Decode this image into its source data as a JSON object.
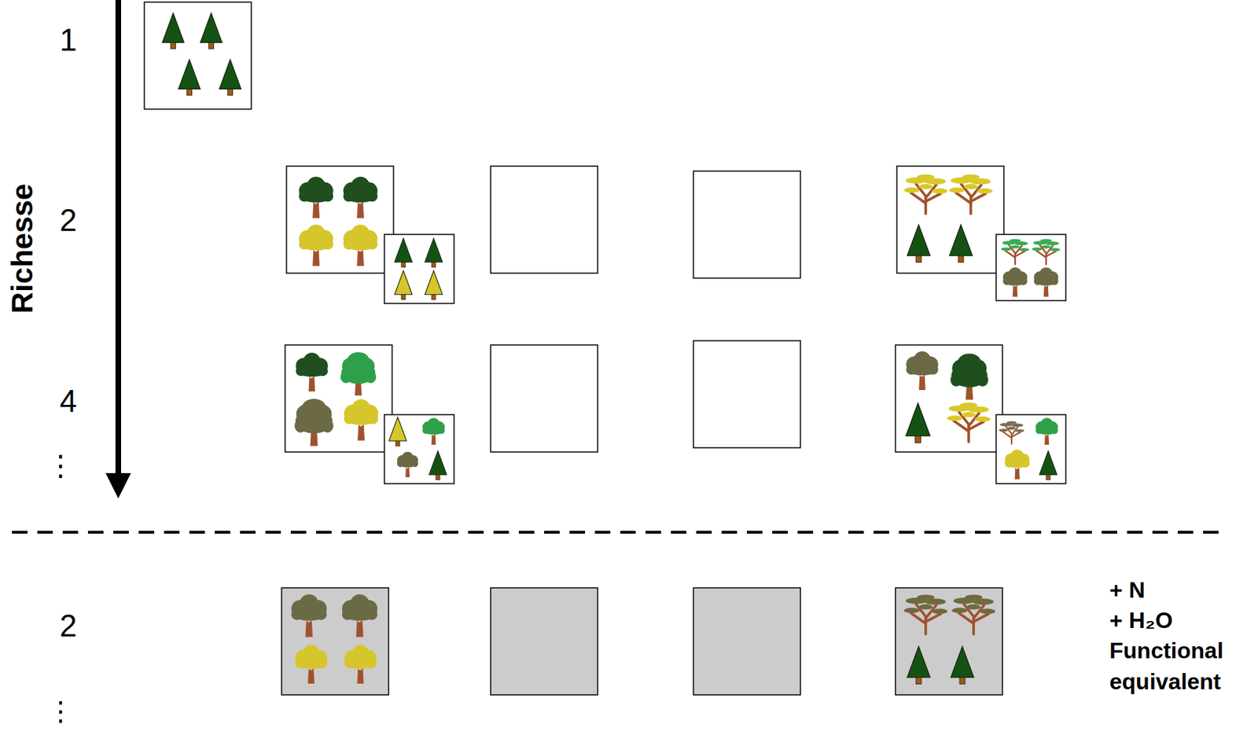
{
  "diagram": {
    "labels": [
      "1",
      "Richesse",
      "2",
      "4",
      "⋮",
      "2",
      "⋮",
      "+ N",
      "+ H₂O",
      "Functional equivalent"
    ]
  }
}
